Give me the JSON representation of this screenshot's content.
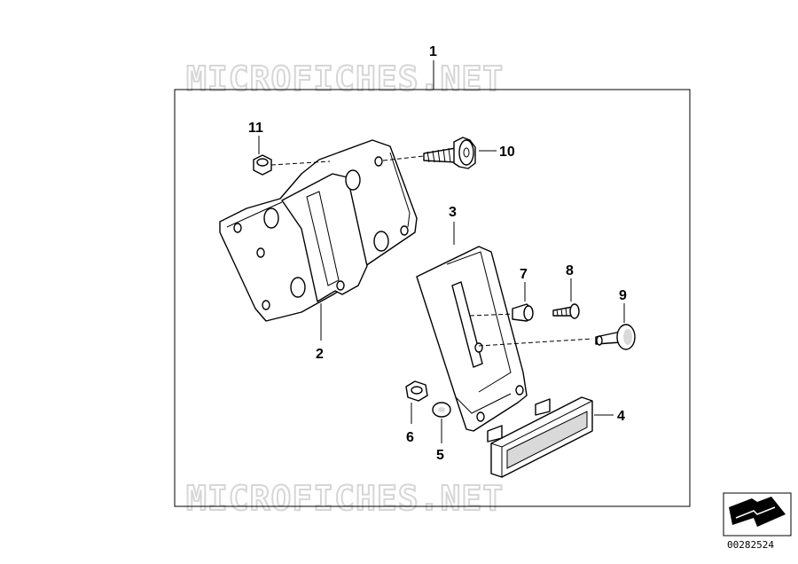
{
  "diagram": {
    "callouts": {
      "c1": "1",
      "c2": "2",
      "c3": "3",
      "c4": "4",
      "c5": "5",
      "c6": "6",
      "c7": "7",
      "c8": "8",
      "c9": "9",
      "c10": "10",
      "c11": "11"
    },
    "watermark": "MICROFICHES.NET",
    "doc_number": "00282524"
  }
}
